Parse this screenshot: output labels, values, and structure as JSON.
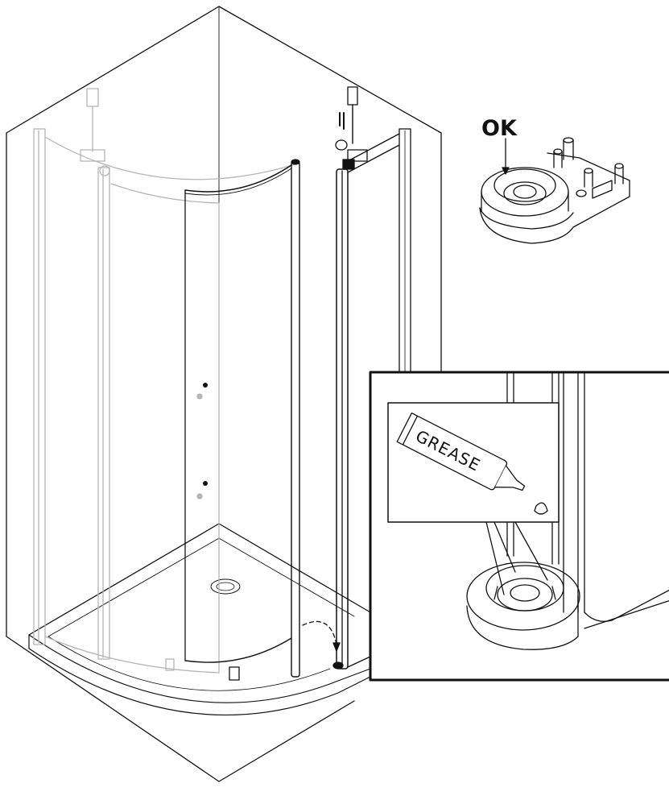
{
  "figure": {
    "ok_label": "OK",
    "grease_label": "GREASE"
  },
  "colors": {
    "line": "#111111",
    "faded": "#b5b5b5",
    "background": "#ffffff"
  },
  "icons": [
    "shower-enclosure",
    "pivot-bearing",
    "grease-tube"
  ]
}
